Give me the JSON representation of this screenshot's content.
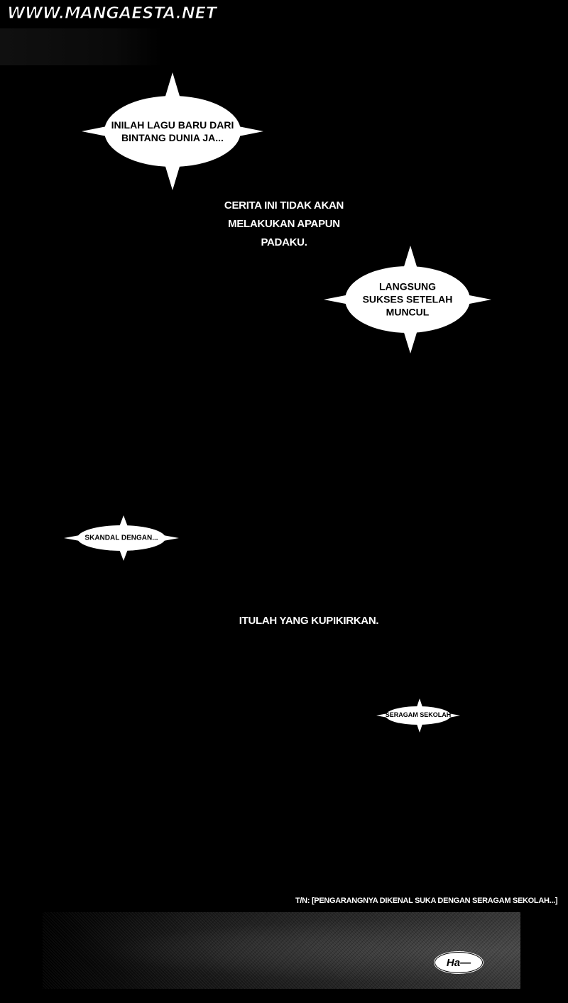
{
  "watermark": "WWW.MANGAESTA.NET",
  "bubbles": [
    {
      "text": "INILAH LAGU BARU DARI\nBINTANG DUNIA JA..."
    },
    {
      "text": "LANGSUNG\nSUKSES SETELAH\nMUNCUL"
    },
    {
      "text": "SKANDAL DENGAN..."
    },
    {
      "text": "SERAGAM SEKOLAH"
    }
  ],
  "narrations": [
    {
      "text": "CERITA INI TIDAK AKAN\nMELAKUKAN APAPUN\nPADAKU."
    },
    {
      "text": "ITULAH YANG KUPIKIRKAN."
    }
  ],
  "translator_note": "T/N: [PENGARANGNYA DIKENAL SUKA DENGAN SERAGAM SEKOLAH...]",
  "final_bubble": "Ha—"
}
